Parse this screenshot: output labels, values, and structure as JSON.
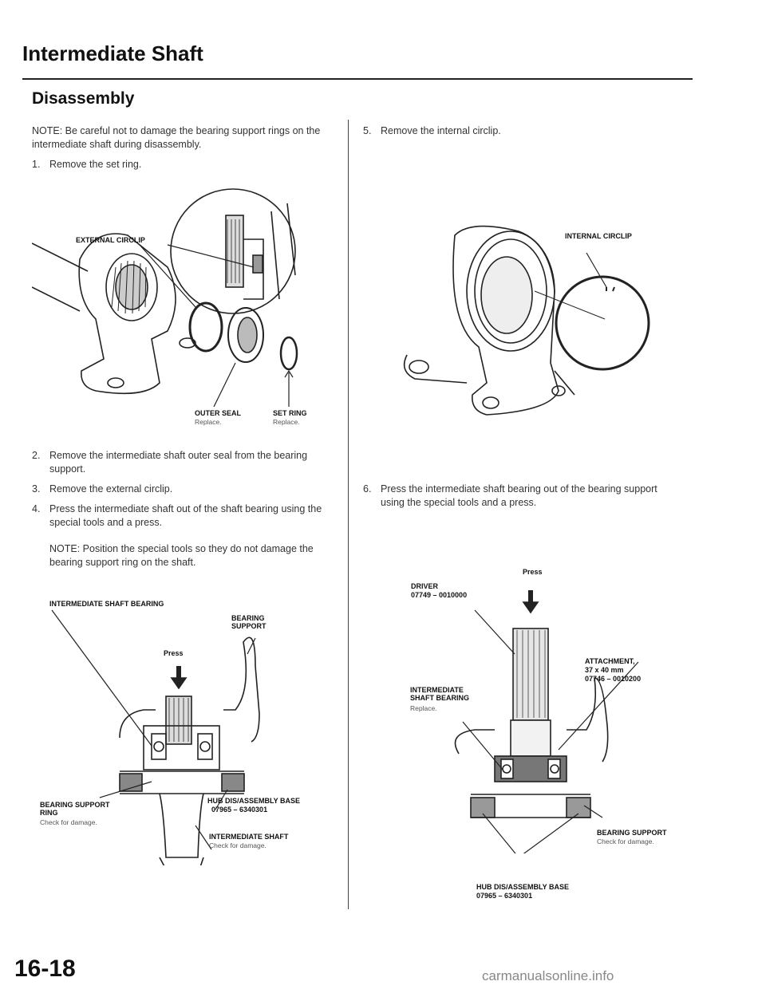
{
  "header": {
    "title": "Intermediate Shaft",
    "subtitle": "Disassembly"
  },
  "left": {
    "note": "NOTE: Be careful not to damage the bearing support rings on the intermediate shaft during disassembly.",
    "step1": {
      "num": "1.",
      "text": "Remove the set ring."
    },
    "fig1": {
      "external_circlip": "EXTERNAL CIRCLIP",
      "outer_seal": "OUTER SEAL",
      "outer_seal_note": "Replace.",
      "set_ring": "SET RING",
      "set_ring_note": "Replace."
    },
    "step2": {
      "num": "2.",
      "text": "Remove the intermediate shaft outer seal from the bearing support."
    },
    "step3": {
      "num": "3.",
      "text": "Remove the external circlip."
    },
    "step4": {
      "num": "4.",
      "text": "Press the intermediate shaft out of the shaft bearing using the special tools and a press."
    },
    "note2": "NOTE: Position the special tools so they do not damage the bearing support ring on the shaft.",
    "fig2": {
      "shaft_bearing": "INTERMEDIATE SHAFT BEARING",
      "bearing_support": "BEARING SUPPORT",
      "press": "Press",
      "support_ring": "BEARING SUPPORT RING",
      "support_ring_note": "Check for damage.",
      "hub_base": "HUB DIS/ASSEMBLY BASE",
      "hub_base_pn": "07965 – 6340301",
      "shaft": "INTERMEDIATE SHAFT",
      "shaft_note": "Check for damage."
    }
  },
  "right": {
    "step5": {
      "num": "5.",
      "text": "Remove the internal circlip."
    },
    "fig3": {
      "internal_circlip": "INTERNAL CIRCLIP"
    },
    "step6": {
      "num": "6.",
      "text": "Press the intermediate shaft bearing out of the bearing support using the special tools and a press."
    },
    "fig4": {
      "press": "Press",
      "driver": "DRIVER",
      "driver_pn": "07749 – 0010000",
      "attachment": "ATTACHMENT,",
      "attachment_size": "37 x 40 mm",
      "attachment_pn": "07746 – 0010200",
      "bearing": "INTERMEDIATE SHAFT BEARING",
      "bearing_note": "Replace.",
      "bearing_support": "BEARING SUPPORT",
      "bearing_support_note": "Check for damage.",
      "hub_base": "HUB DIS/ASSEMBLY BASE",
      "hub_base_pn": "07965 – 6340301"
    }
  },
  "footer": {
    "page_number": "16-18",
    "watermark": "carmanualsonline.info"
  }
}
